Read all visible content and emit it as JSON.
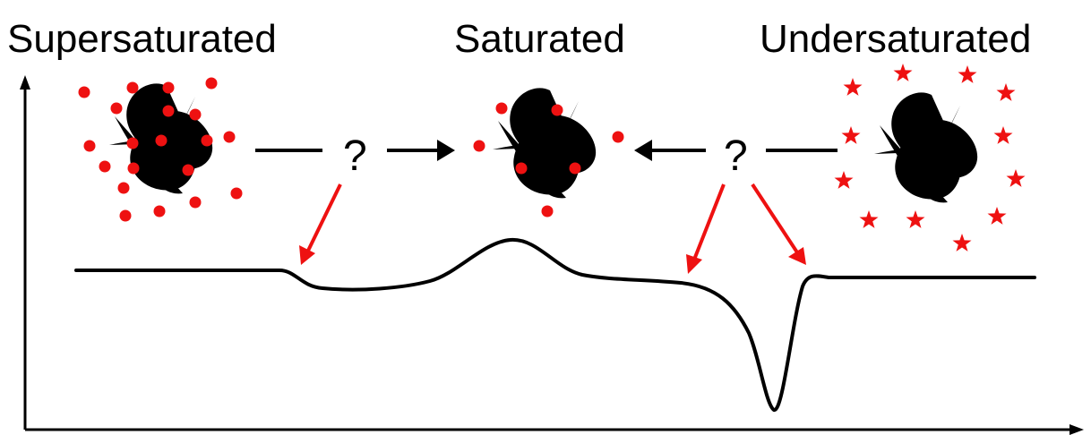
{
  "labels": {
    "supersaturated": "Supersaturated",
    "saturated": "Saturated",
    "undersaturated": "Undersaturated"
  },
  "question_marks": {
    "left": "?",
    "right": "?"
  },
  "colors": {
    "line": "#000000",
    "particle": "#ee1111",
    "pointer_arrow": "#ee1111",
    "background": "#ffffff"
  },
  "icons": {
    "particle_dot": "red-dot-icon",
    "particle_star": "red-star-icon",
    "knot": "tangled-polymer-icon"
  }
}
